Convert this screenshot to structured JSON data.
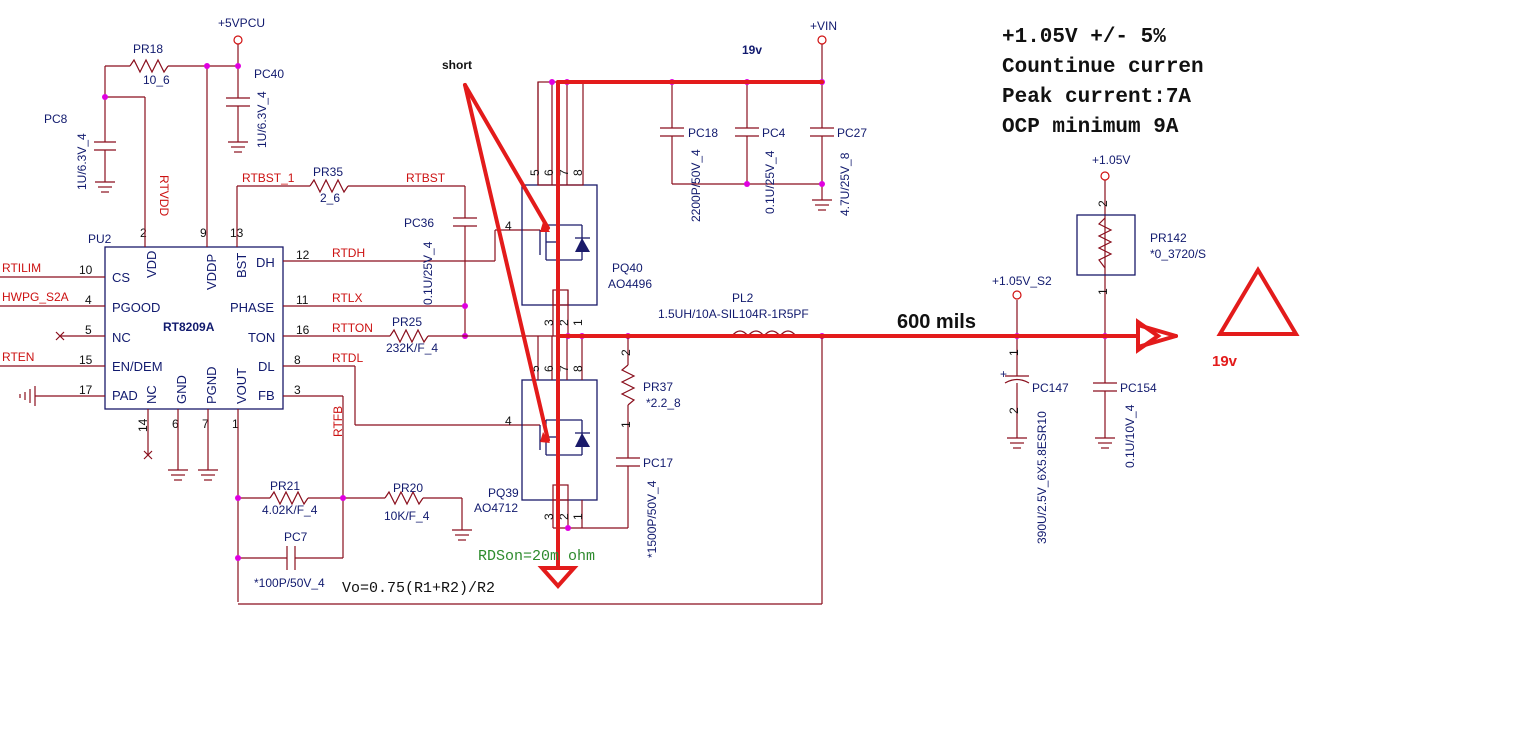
{
  "notes": {
    "spec_line1": "+1.05V +/- 5%",
    "spec_line2": "Countinue curren",
    "spec_line3": "Peak current:7A",
    "spec_line4": "OCP minimum 9A",
    "short": "short",
    "width_note": "600 mils",
    "vin_value": "19v",
    "rail_19v": "19v",
    "rdson": "RDSon=20m ohm",
    "formula": "Vo=0.75(R1+R2)/R2"
  },
  "power": {
    "p5vpcu": "+5VPCU",
    "vin": "+VIN",
    "p105": "+1.05V",
    "p105s2": "+1.05V_S2"
  },
  "ic": {
    "ref": "PU2",
    "part": "RT8209A",
    "pins": {
      "cs": "CS",
      "pgood": "PGOOD",
      "nc_left": "NC",
      "endem": "EN/DEM",
      "pad": "PAD",
      "vdd": "VDD",
      "vddp": "VDDP",
      "bst": "BST",
      "dh": "DH",
      "phase": "PHASE",
      "ton": "TON",
      "dl": "DL",
      "fb": "FB",
      "nc_bot": "NC",
      "gnd": "GND",
      "pgnd": "PGND",
      "vout": "VOUT"
    },
    "pin_numbers": {
      "p10": "10",
      "p4": "4",
      "p5": "5",
      "p15": "15",
      "p17": "17",
      "p2": "2",
      "p9": "9",
      "p13": "13",
      "p12": "12",
      "p11": "11",
      "p16": "16",
      "p8": "8",
      "p3": "3",
      "p14": "14",
      "p6": "6",
      "p7": "7",
      "p1": "1"
    }
  },
  "nets": {
    "rtilim": "RTILIM",
    "hwpg": "HWPG_S2A",
    "rten": "RTEN",
    "rtvdd": "RTVDD",
    "rtbst1": "RTBST_1",
    "rtbst": "RTBST",
    "rtdh": "RTDH",
    "rtlx": "RTLX",
    "rtton": "RTTON",
    "rtdl": "RTDL",
    "rtfb": "RTFB"
  },
  "components": {
    "pr18_ref": "PR18",
    "pr18_val": "10_6",
    "pc8_ref": "PC8",
    "pc8_val": "1U/6.3V_4",
    "pc40_ref": "PC40",
    "pc40_val": "1U/6.3V_4",
    "pr35_ref": "PR35",
    "pr35_val": "2_6",
    "pc36_ref": "PC36",
    "pc36_val": "0.1U/25V_4",
    "pr25_ref": "PR25",
    "pr25_val": "232K/F_4",
    "pq40_ref": "PQ40",
    "pq40_val": "AO4496",
    "pq39_ref": "PQ39",
    "pq39_val": "AO4712",
    "pc18_ref": "PC18",
    "pc18_val": "2200P/50V_4",
    "pc4_ref": "PC4",
    "pc4_val": "0.1U/25V_4",
    "pc27_ref": "PC27",
    "pc27_val": "4.7U/25V_8",
    "pl2_ref": "PL2",
    "pl2_val": "1.5UH/10A-SIL104R-1R5PF",
    "pr37_ref": "PR37",
    "pr37_val": "*2.2_8",
    "pc17_ref": "PC17",
    "pc17_val": "*1500P/50V_4",
    "pr21_ref": "PR21",
    "pr21_val": "4.02K/F_4",
    "pr20_ref": "PR20",
    "pr20_val": "10K/F_4",
    "pc7_ref": "PC7",
    "pc7_val": "*100P/50V_4",
    "pc147_ref": "PC147",
    "pc147_val": "390U/2.5V_6X5.8ESR10",
    "pc147_plus": "+",
    "pc154_ref": "PC154",
    "pc154_val": "0.1U/10V_4",
    "pr142_ref": "PR142",
    "pr142_val": "*0_3720/S"
  },
  "mosfet_pins": {
    "top": [
      "5",
      "6",
      "7",
      "8",
      "4",
      "3",
      "2",
      "1"
    ],
    "bot": [
      "5",
      "6",
      "7",
      "8",
      "4",
      "3",
      "2",
      "1"
    ]
  },
  "small_pins": {
    "pr37_2": "2",
    "pr37_1": "1",
    "pc147_1": "1",
    "pc147_2": "2",
    "pr142_2": "2",
    "pr142_1": "1"
  },
  "colors": {
    "wire": "#8a0f1d",
    "annotation_red": "#e31b1b",
    "junction": "#e000e0",
    "net_label": "#cc1111",
    "ref_label": "#111a6e",
    "rdson_green": "#2e8b2e"
  }
}
